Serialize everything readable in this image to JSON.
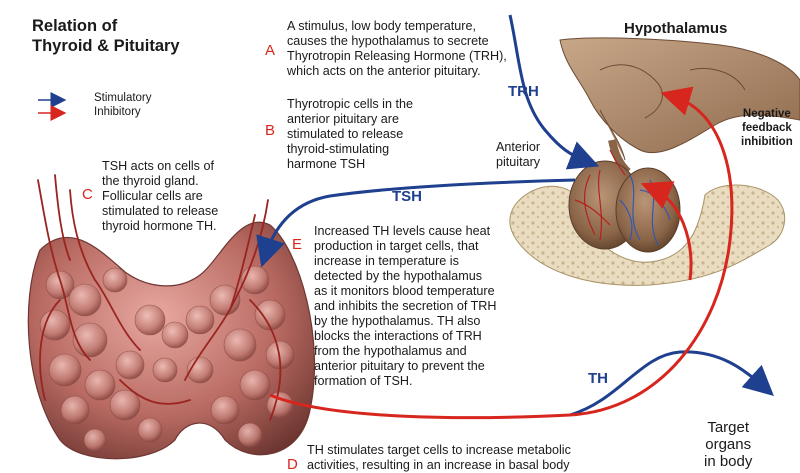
{
  "title": "Relation of\nThyroid & Pituitary",
  "hypothalamus_label": "Hypothalamus",
  "legend": {
    "stimulatory": "Stimulatory",
    "inhibitory": "Inhibitory",
    "stimulatory_color": "#1f3f8f",
    "inhibitory_color": "#d7261e"
  },
  "steps": {
    "a": {
      "letter": "A",
      "text": "A stimulus, low body temperature,\ncauses the hypothalamus to secrete\nThyrotropin Releasing Hormone (TRH),\nwhich acts on the anterior pituitary."
    },
    "b": {
      "letter": "B",
      "text": "Thyrotropic cells in the\nanterior pituitary are\nstimulated to release\nthyroid-stimulating\nharmone TSH"
    },
    "c": {
      "letter": "C",
      "text": "TSH acts on cells of\nthe thyroid gland.\nFollicular cells are\nstimulated to release\nthyroid hormone TH."
    },
    "d": {
      "letter": "D",
      "text": "TH stimulates target cells to increase metabolic\nactivities, resulting in an increase in basal body"
    },
    "e": {
      "letter": "E",
      "text": "Increased TH levels cause heat\nproduction in target cells, that\nincrease in temperature is\ndetected by the hypothalamus\nas it monitors blood temperature\nand inhibits the secretion of TRH\nby the hypothalamus. TH also\nblocks the interactions of TRH\nfrom the hypothalamus and\nanterior pituitary to prevent the\nformation of TSH."
    }
  },
  "labels": {
    "trh": "TRH",
    "tsh": "TSH",
    "th": "TH",
    "anterior_pituitary": "Anterior\npituitary",
    "negative_feedback": "Negative\nfeedback\ninhibition",
    "target_organs": "Target\norgans\nin body"
  }
}
